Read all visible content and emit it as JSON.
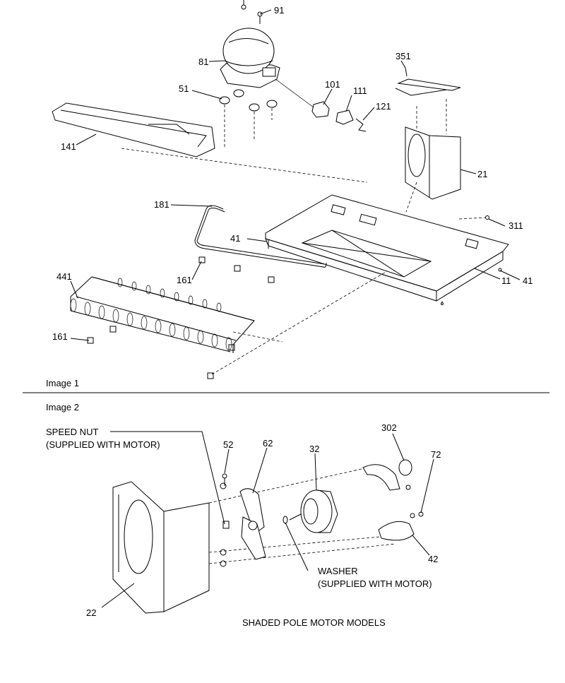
{
  "image1": {
    "caption": "Image 1",
    "callouts": {
      "p91": "91",
      "p81": "81",
      "p51": "51",
      "p101": "101",
      "p111": "111",
      "p121": "121",
      "p351": "351",
      "p141": "141",
      "p21": "21",
      "p181": "181",
      "p311": "311",
      "p41a": "41",
      "p441": "441",
      "p161a": "161",
      "p161b": "161",
      "p11": "11",
      "p41b": "41"
    }
  },
  "image2": {
    "caption": "Image 2",
    "callouts": {
      "speed_nut_1": "SPEED NUT",
      "speed_nut_2": "(SUPPLIED WITH MOTOR)",
      "p52": "52",
      "p62": "62",
      "p32": "32",
      "p302": "302",
      "p72": "72",
      "p42": "42",
      "p22": "22",
      "washer_1": "WASHER",
      "washer_2": "(SUPPLIED WITH MOTOR)"
    },
    "footer": "SHADED POLE MOTOR MODELS"
  }
}
